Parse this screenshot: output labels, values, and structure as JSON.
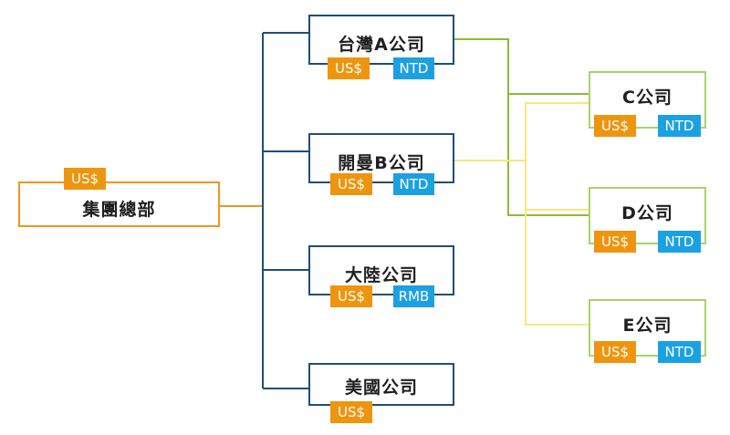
{
  "headquarters": {
    "name": "集團總部",
    "currency": "US$"
  },
  "subsidiaries": [
    {
      "name": "台灣A公司",
      "currencies": [
        "US$",
        "NTD"
      ]
    },
    {
      "name": "開曼B公司",
      "currencies": [
        "US$",
        "NTD"
      ]
    },
    {
      "name": "大陸公司",
      "currencies": [
        "US$",
        "RMB"
      ]
    },
    {
      "name": "美國公司",
      "currencies": [
        "US$"
      ]
    }
  ],
  "affiliates": [
    {
      "name": "C公司",
      "currencies": [
        "US$",
        "NTD"
      ]
    },
    {
      "name": "D公司",
      "currencies": [
        "US$",
        "NTD"
      ]
    },
    {
      "name": "E公司",
      "currencies": [
        "US$",
        "NTD"
      ]
    }
  ],
  "colors": {
    "hq_line": "#f0961e",
    "subsidiary_line": "#1f4e79",
    "affiliate_box": "#a9d36a",
    "a_company_link": "#8dbb3c",
    "b_company_link": "#f7e680",
    "usd_badge": "#ee9510",
    "local_currency_badge": "#1ba1e2"
  }
}
